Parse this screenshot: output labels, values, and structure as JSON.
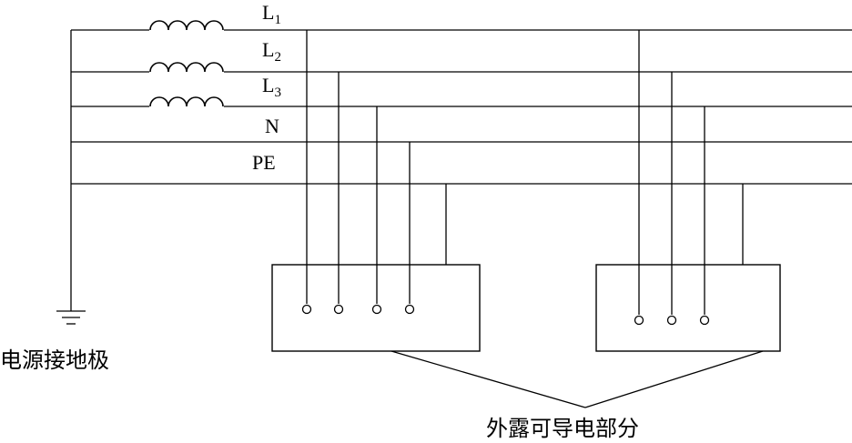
{
  "conductors": {
    "l1": {
      "main": "L",
      "sub": "1"
    },
    "l2": {
      "main": "L",
      "sub": "2"
    },
    "l3": {
      "main": "L",
      "sub": "3"
    },
    "n": "N",
    "pe": "PE"
  },
  "labels": {
    "source_earth": "电源接地极",
    "exposed_parts": "外露可导电部分"
  }
}
